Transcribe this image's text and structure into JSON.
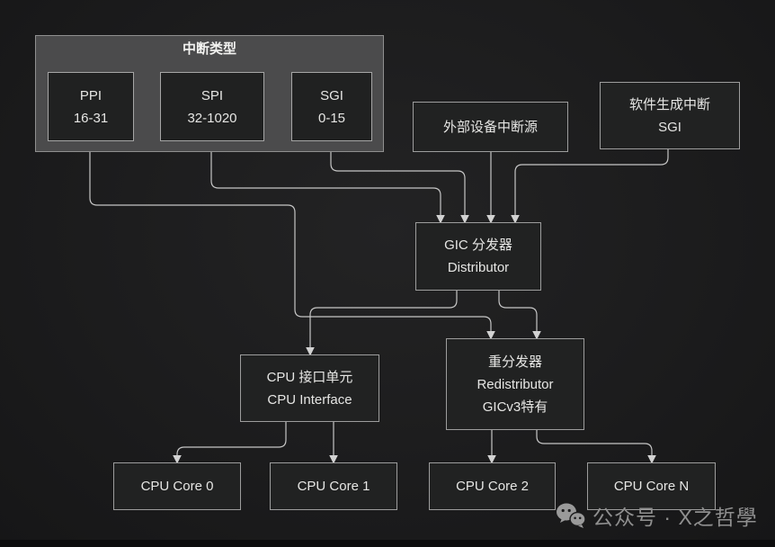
{
  "colors": {
    "background": "#1c1c1d",
    "group_fill": "#4b4b4c",
    "node_fill": "#212222",
    "node_border": "#9d9d9d",
    "text": "#e6e6e4",
    "connector": "#c6c6c6",
    "watermark": "#8f8f8f"
  },
  "group": {
    "title": "中断类型"
  },
  "nodes": {
    "ppi": {
      "line1": "PPI",
      "line2": "16-31"
    },
    "spi": {
      "line1": "SPI",
      "line2": "32-1020"
    },
    "sgi": {
      "line1": "SGI",
      "line2": "0-15"
    },
    "external": {
      "line1": "外部设备中断源"
    },
    "software": {
      "line1": "软件生成中断",
      "line2": "SGI"
    },
    "distributor": {
      "line1": "GIC 分发器",
      "line2": "Distributor"
    },
    "cpu_interface": {
      "line1": "CPU 接口单元",
      "line2": "CPU Interface"
    },
    "redistributor": {
      "line1": "重分发器",
      "line2": "Redistributor",
      "line3": "GICv3特有"
    },
    "core0": {
      "label": "CPU Core 0"
    },
    "core1": {
      "label": "CPU Core 1"
    },
    "core2": {
      "label": "CPU Core 2"
    },
    "coreN": {
      "label": "CPU Core N"
    }
  },
  "edges": [
    {
      "from": "ppi",
      "to": "redistributor"
    },
    {
      "from": "spi",
      "to": "distributor"
    },
    {
      "from": "sgi",
      "to": "distributor"
    },
    {
      "from": "external",
      "to": "distributor"
    },
    {
      "from": "software",
      "to": "distributor"
    },
    {
      "from": "distributor",
      "to": "cpu_interface"
    },
    {
      "from": "distributor",
      "to": "redistributor"
    },
    {
      "from": "cpu_interface",
      "to": "core0"
    },
    {
      "from": "cpu_interface",
      "to": "core1"
    },
    {
      "from": "redistributor",
      "to": "core2"
    },
    {
      "from": "redistributor",
      "to": "coreN"
    }
  ],
  "watermark": {
    "icon": "wechat-icon",
    "text": "公众号 · X之哲學"
  }
}
